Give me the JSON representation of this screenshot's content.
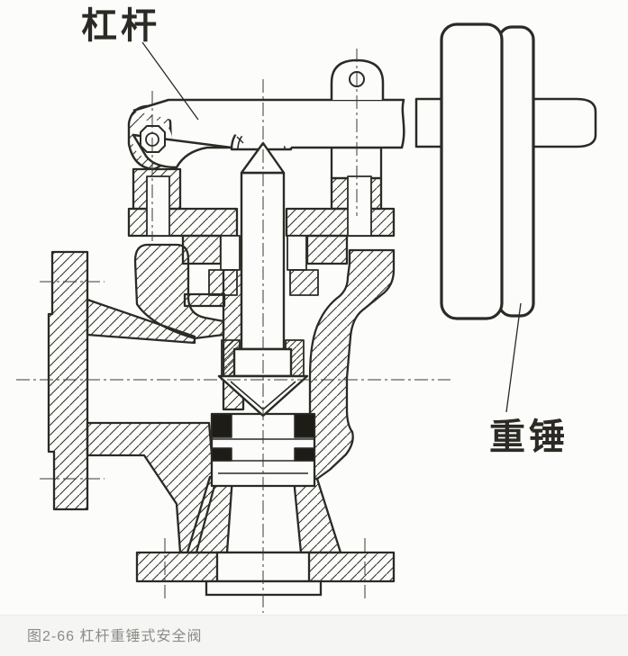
{
  "figure": {
    "labels": {
      "lever": "杠杆",
      "weight": "重锤"
    },
    "caption": "图2-66 杠杆重锤式安全阀",
    "colors": {
      "background": "#fcfcfb",
      "ink": "#2b2a24",
      "caption_text": "#8b8b86"
    }
  }
}
